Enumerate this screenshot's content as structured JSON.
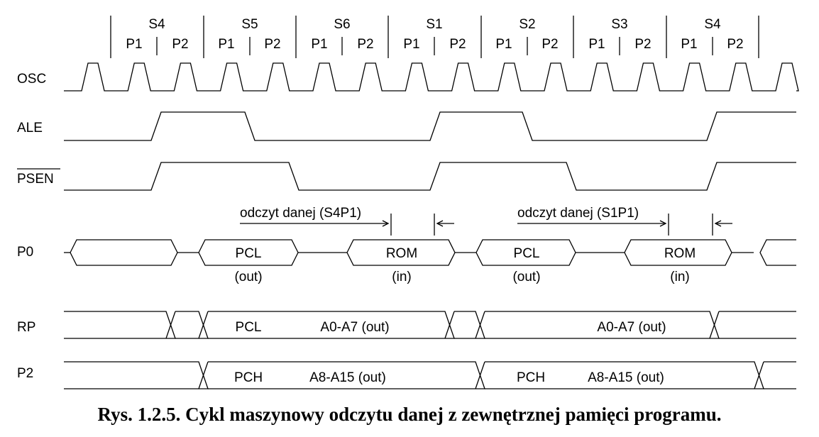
{
  "states": [
    {
      "state": "S4",
      "phases": [
        "P1",
        "P2"
      ]
    },
    {
      "state": "S5",
      "phases": [
        "P1",
        "P2"
      ]
    },
    {
      "state": "S6",
      "phases": [
        "P1",
        "P2"
      ]
    },
    {
      "state": "S1",
      "phases": [
        "P1",
        "P2"
      ]
    },
    {
      "state": "S2",
      "phases": [
        "P1",
        "P2"
      ]
    },
    {
      "state": "S3",
      "phases": [
        "P1",
        "P2"
      ]
    },
    {
      "state": "S4",
      "phases": [
        "P1",
        "P2"
      ]
    }
  ],
  "signals": {
    "osc": "OSC",
    "ale": "ALE",
    "psen": "PSEN",
    "p0": "P0",
    "rp": "RP",
    "p2": "P2"
  },
  "p0": {
    "read1": "odczyt danej (S4P1)",
    "read2": "odczyt danej (S1P1)",
    "pcl": "PCL",
    "out": "(out)",
    "rom": "ROM",
    "in": "(in)"
  },
  "rp": {
    "pcl": "PCL",
    "addr": "A0-A7 (out)"
  },
  "p2": {
    "pch": "PCH",
    "addr": "A8-A15 (out)"
  },
  "caption": "Rys. 1.2.5.  Cykl maszynowy odczytu danej z zewnętrznej pamięci programu."
}
